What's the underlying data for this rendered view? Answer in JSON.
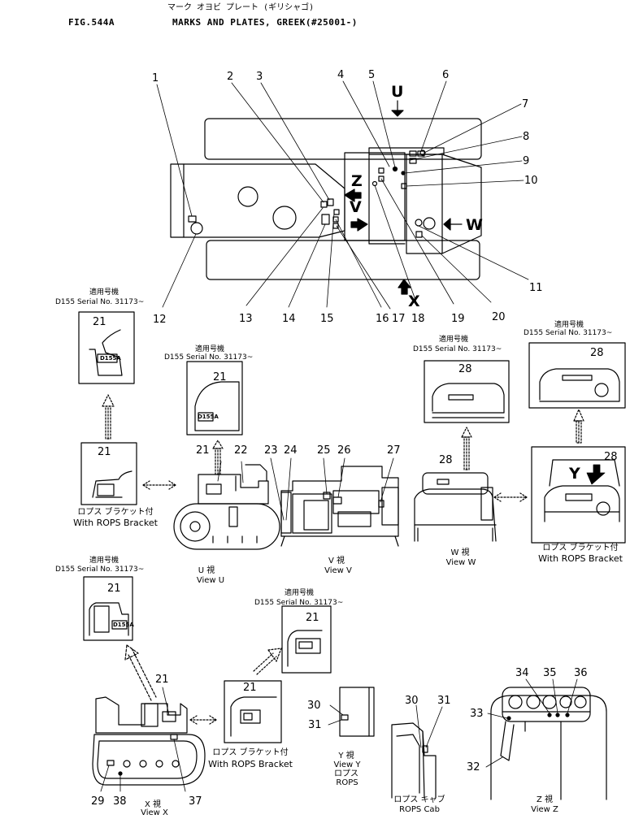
{
  "header": {
    "fig": "FIG.544A",
    "title_jp": "マーク オヨビ プレート (ギリシャゴ)",
    "title_en": "MARKS AND PLATES, GREEK(#25001-)"
  },
  "callouts": {
    "n1": "1",
    "n2": "2",
    "n3": "3",
    "n4": "4",
    "n5": "5",
    "n6": "6",
    "n7": "7",
    "n8": "8",
    "n9": "9",
    "n10": "10",
    "n11": "11",
    "n12": "12",
    "n13": "13",
    "n14": "14",
    "n15": "15",
    "n16": "16",
    "n17": "17",
    "n18": "18",
    "n19": "19",
    "n20": "20",
    "n21a": "21",
    "n21b": "21",
    "n21c": "21",
    "n21d": "21",
    "n21e": "21",
    "n21f": "21",
    "n21g": "21",
    "n21h": "21",
    "n22": "22",
    "n23": "23",
    "n24": "24",
    "n25": "25",
    "n26": "26",
    "n27": "27",
    "n28a": "28",
    "n28b": "28",
    "n28c": "28",
    "n28d": "28",
    "n29": "29",
    "n30a": "30",
    "n30b": "30",
    "n31a": "31",
    "n31b": "31",
    "n32": "32",
    "n33": "33",
    "n34": "34",
    "n35": "35",
    "n36": "36",
    "n37": "37",
    "n38": "38"
  },
  "view_letters": {
    "u": "U",
    "w": "W",
    "z": "Z",
    "v": "V",
    "x": "X",
    "y": "Y"
  },
  "serial": {
    "jp": "適用号機",
    "en": "D155  Serial  No.  31173~"
  },
  "plate_text": "D155A",
  "captions": {
    "rops_bracket_jp": "ロプス ブラケット付",
    "rops_bracket_en": "With ROPS Bracket",
    "view_u_jp": "U 視",
    "view_u_en": "View U",
    "view_v_jp": "V 視",
    "view_v_en": "View V",
    "view_w_jp": "W 視",
    "view_w_en": "View W",
    "view_x_jp": "X 視",
    "view_x_en": "View X",
    "view_y_jp": "Y 視",
    "view_y_en": "View Y",
    "view_y_rops_jp": "ロプス",
    "view_y_rops_en": "ROPS",
    "view_z_jp": "Z 視",
    "view_z_en": "View Z",
    "rops_cab_jp": "ロプス キャブ",
    "rops_cab_en": "ROPS Cab"
  }
}
